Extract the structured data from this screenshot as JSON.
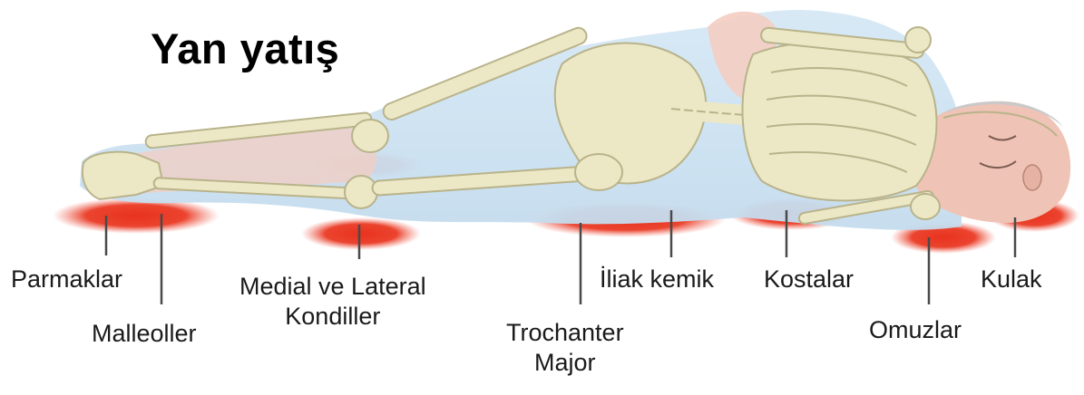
{
  "title": "Yan yatış",
  "labels": {
    "parmaklar": "Parmaklar",
    "malleoller": "Malleoller",
    "kondiller_line1": "Medial ve Lateral",
    "kondiller_line2": "Kondiller",
    "trochanter_line1": "Trochanter",
    "trochanter_line2": "Major",
    "iliak": "İliak kemik",
    "kostalar": "Kostalar",
    "omuzlar": "Omuzlar",
    "kulak": "Kulak"
  },
  "colors": {
    "pressure_zone": "#e8321e",
    "body_silhouette": "#cfe3f2",
    "skin": "#f1c4b8",
    "bone": "#ece8c6",
    "bone_outline": "#b9b38a",
    "leader_line": "#4a4a4a"
  }
}
